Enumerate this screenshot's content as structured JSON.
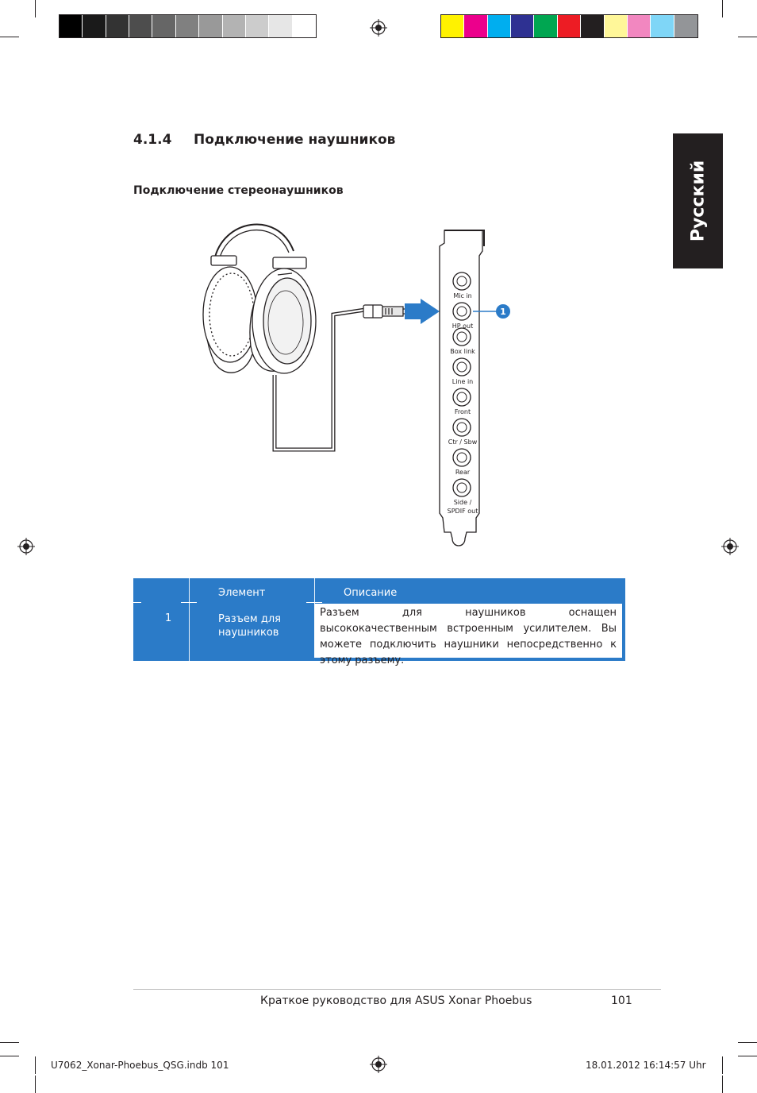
{
  "print_marks": {
    "gray_swatches": [
      "#000000",
      "#1a1a1a",
      "#333333",
      "#4d4d4d",
      "#666666",
      "#808080",
      "#999999",
      "#b3b3b3",
      "#cccccc",
      "#e6e6e6",
      "#ffffff"
    ],
    "color_swatches": [
      "#fff200",
      "#ec008c",
      "#00aeef",
      "#2e3192",
      "#00a651",
      "#ed1c24",
      "#231f20",
      "#fff799",
      "#f287c0",
      "#7fd6f7",
      "#939598"
    ]
  },
  "lang_tab": {
    "label": "Русский",
    "bg": "#231f20"
  },
  "section": {
    "number": "4.1.4",
    "title": "Подключение наушников"
  },
  "subsection": {
    "title": "Подключение стереонаушников"
  },
  "diagram": {
    "ports": [
      "Mic in",
      "HP out",
      "Box link",
      "Line in",
      "Front",
      "Ctr / Sbw",
      "Rear",
      "Side / SPDIF out"
    ],
    "callout": "1",
    "accent": "#2b7bc8"
  },
  "table": {
    "bg": "#2b7bc8",
    "header": {
      "item": "Элемент",
      "description": "Описание"
    },
    "rows": [
      {
        "number": "1",
        "item": "Разъем для наушников",
        "description": "Разъем для наушников оснащен высококачественным встроенным усилителем. Вы можете подключить наушники непосредственно к этому разъему."
      }
    ]
  },
  "footer": {
    "text": "Краткое руководство для ASUS Xonar Phoebus",
    "page": "101"
  },
  "slug": {
    "file": "U7062_Xonar-Phoebus_QSG.indb   101",
    "date": "18.01.2012   16:14:57 Uhr"
  }
}
